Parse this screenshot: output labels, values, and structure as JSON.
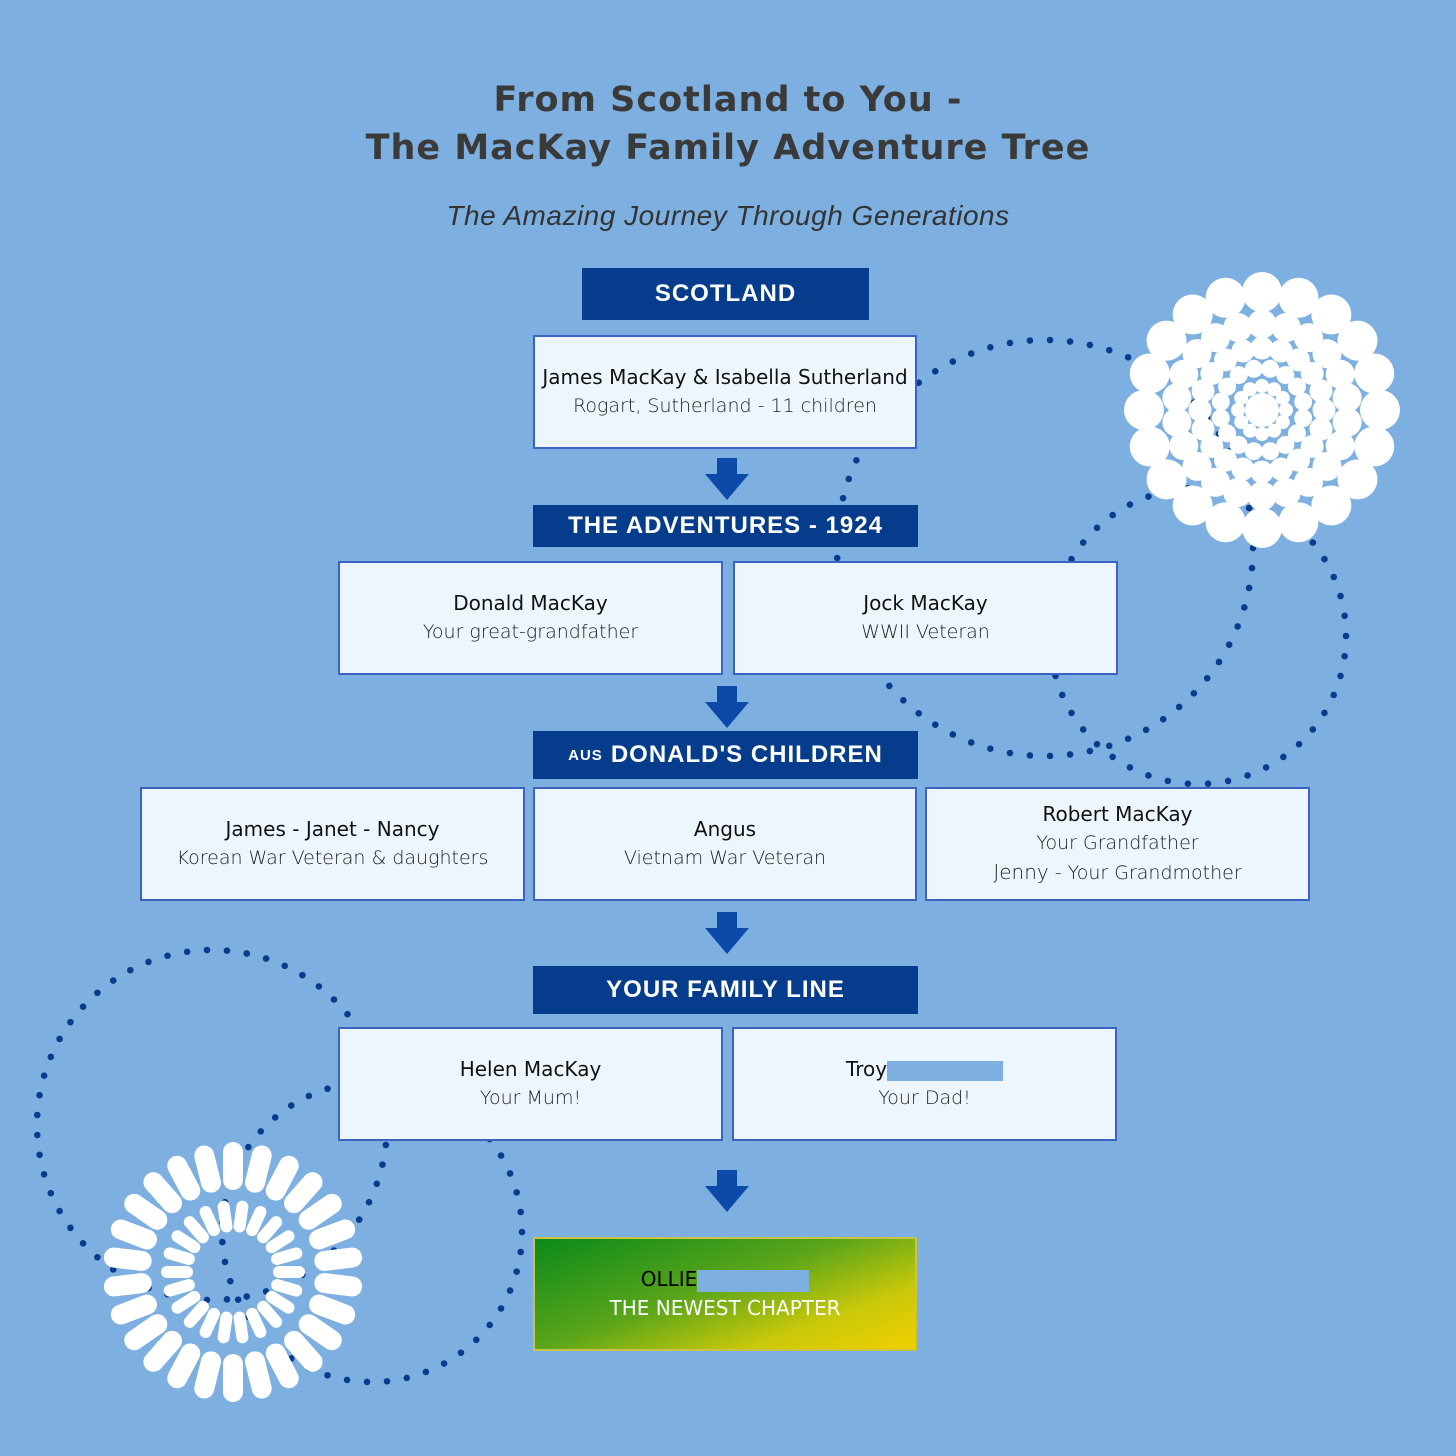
{
  "title": {
    "line1": "From Scotland to You -",
    "line2": "The MacKay Family Adventure Tree"
  },
  "subtitle": "The Amazing Journey Through Generations",
  "colors": {
    "background": "#7db0e0",
    "banner": "#063c8c",
    "card": "#eef6fd",
    "card_border": "#3d63c2"
  },
  "sections": {
    "scotland": {
      "banner": "SCOTLAND",
      "card": {
        "name": "James MacKay & Isabella Sutherland",
        "detail": "Rogart, Sutherland - 11 children"
      }
    },
    "adventures": {
      "banner": "THE ADVENTURES - 1924",
      "cards": [
        {
          "name": "Donald MacKay",
          "detail": "Your great-grandfather"
        },
        {
          "name": "Jock MacKay",
          "detail": "WWII Veteran"
        }
      ]
    },
    "children": {
      "banner_prefix": "AUS",
      "banner": "DONALD'S CHILDREN",
      "cards": [
        {
          "name": "James - Janet - Nancy",
          "detail": "Korean War Veteran & daughters"
        },
        {
          "name": "Angus",
          "detail": "Vietnam War Veteran"
        },
        {
          "name": "Robert MacKay",
          "detail": "Your Grandfather",
          "partner": "Jenny",
          "partner_detail": " - Your Grandmother"
        }
      ]
    },
    "family_line": {
      "banner": "YOUR FAMILY LINE",
      "cards": [
        {
          "name": "Helen MacKay",
          "detail": "Your Mum!"
        },
        {
          "name": "Troy",
          "detail": "Your Dad!"
        }
      ]
    },
    "newest": {
      "name": "OLLIE",
      "detail": "THE NEWEST CHAPTER"
    }
  },
  "decorations": {
    "top_right": "white-dot-flower-icon",
    "bottom_left": "white-petal-burst-icon",
    "dotted_rings": "dotted-circle-icon",
    "arrows": "down-arrow-icon"
  }
}
